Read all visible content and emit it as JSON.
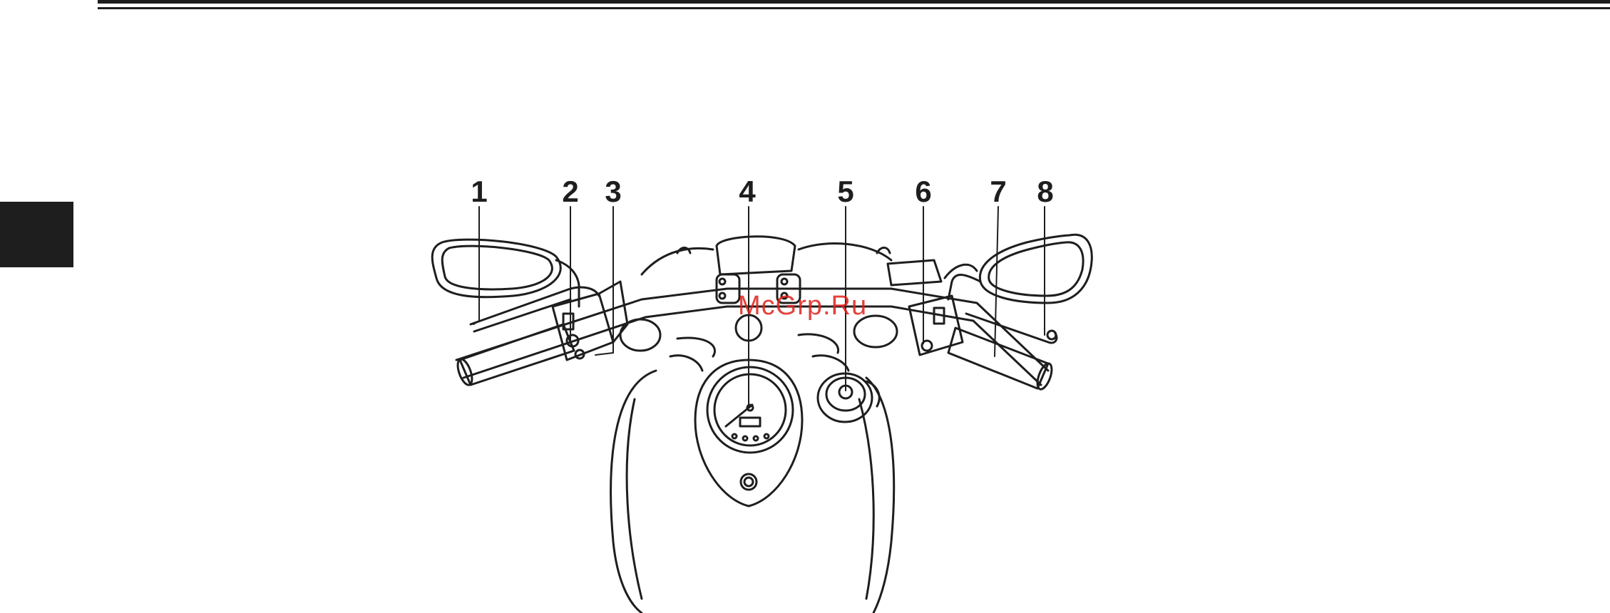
{
  "callouts": [
    "1",
    "2",
    "3",
    "4",
    "5",
    "6",
    "7",
    "8"
  ],
  "watermark": "McGrp.Ru",
  "colors": {
    "ink": "#1e1e1e",
    "watermark": "#e0201a",
    "background": "#ffffff"
  }
}
